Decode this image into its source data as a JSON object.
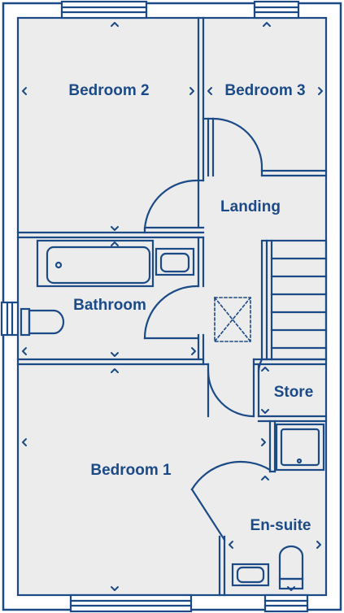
{
  "colors": {
    "wall": "#1b4a86",
    "floor": "#ececed",
    "background": "#ffffff"
  },
  "rooms": {
    "bedroom2": "Bedroom 2",
    "bedroom3": "Bedroom 3",
    "landing": "Landing",
    "bathroom": "Bathroom",
    "store": "Store",
    "bedroom1": "Bedroom 1",
    "ensuite": "En-suite"
  }
}
